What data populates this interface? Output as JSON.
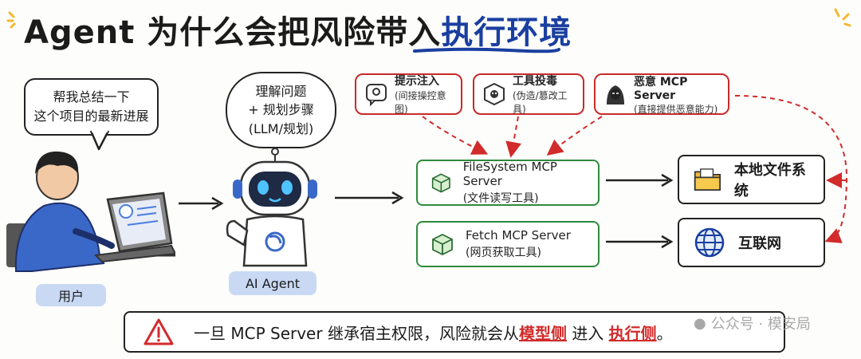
{
  "title": {
    "main": "Agent 为什么会把风险带入",
    "highlight": "执行环境"
  },
  "user": {
    "speech_line1": "帮我总结一下",
    "speech_line2": "这个项目的最新进展",
    "label": "用户"
  },
  "agent": {
    "thought_line1": "理解问题",
    "thought_line2": "+ 规划步骤",
    "thought_line3": "(LLM/规划)",
    "label": "AI Agent"
  },
  "threats": [
    {
      "title": "提示注入",
      "desc": "(间接操控意图)",
      "icon": "prompt-injection-icon"
    },
    {
      "title": "工具投毒",
      "desc": "(伪造/篡改工具)",
      "icon": "poison-icon"
    },
    {
      "title": "恶意 MCP Server",
      "desc": "(直接提供恶意能力)",
      "icon": "hacker-icon"
    }
  ],
  "servers": [
    {
      "title": "FileSystem MCP Server",
      "desc": "(文件读写工具)",
      "icon": "cube-icon"
    },
    {
      "title": "Fetch MCP Server",
      "desc": "(网页获取工具)",
      "icon": "cube-icon"
    }
  ],
  "targets": [
    {
      "label": "本地文件系统",
      "icon": "folder-icon"
    },
    {
      "label": "互联网",
      "icon": "globe-icon"
    }
  ],
  "warning": {
    "prefix": "一旦 MCP Server 继承宿主权限，风险就会从",
    "red1": "模型侧",
    "middle": "进入",
    "red2": "执行侧",
    "suffix": "。"
  },
  "watermark": {
    "text1": "公众号 · 模安局"
  },
  "colors": {
    "threat_border": "#c92a2a",
    "server_border": "#2e8b3d",
    "accent_blue": "#1a3fa0",
    "warning_red": "#d12b2b"
  }
}
